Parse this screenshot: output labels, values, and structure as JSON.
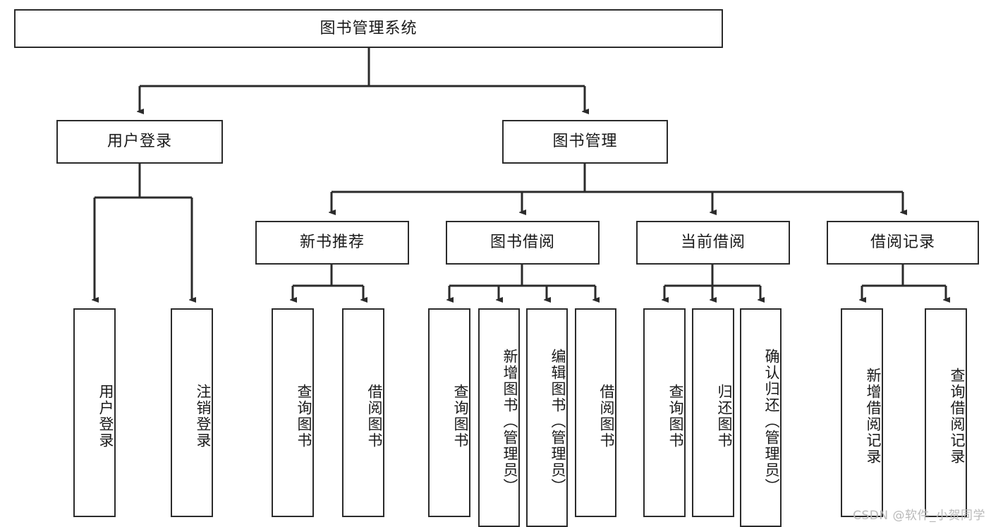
{
  "diagram": {
    "title": "图书管理系统",
    "watermark": "CSDN @软件_小贺同学",
    "colors": {
      "border": "#2b2b2b",
      "background": "#ffffff",
      "text": "#1a1a1a",
      "watermark": "#b9b9b9"
    },
    "nodes": {
      "root": {
        "label": "图书管理系统"
      },
      "level1": [
        {
          "label": "用户登录"
        },
        {
          "label": "图书管理"
        }
      ],
      "level2": [
        {
          "label": "新书推荐"
        },
        {
          "label": "图书借阅"
        },
        {
          "label": "当前借阅"
        },
        {
          "label": "借阅记录"
        }
      ],
      "leaves": {
        "user_login": [
          {
            "label": "用户登录"
          },
          {
            "label": "注销登录"
          }
        ],
        "new_book": [
          {
            "label": "查询图书"
          },
          {
            "label": "借阅图书"
          }
        ],
        "book_borrow": [
          {
            "label": "查询图书"
          },
          {
            "label": "新增图书（管理员）"
          },
          {
            "label": "编辑图书（管理员）"
          },
          {
            "label": "借阅图书"
          }
        ],
        "current_borrow": [
          {
            "label": "查询图书"
          },
          {
            "label": "归还图书"
          },
          {
            "label": "确认归还（管理员）"
          }
        ],
        "borrow_record": [
          {
            "label": "新增借阅记录"
          },
          {
            "label": "查询借阅记录"
          }
        ]
      }
    }
  },
  "chart_data": {
    "type": "tree",
    "title": "图书管理系统",
    "root": "图书管理系统",
    "edges": [
      [
        "图书管理系统",
        "用户登录"
      ],
      [
        "图书管理系统",
        "图书管理"
      ],
      [
        "用户登录",
        "用户登录"
      ],
      [
        "用户登录",
        "注销登录"
      ],
      [
        "图书管理",
        "新书推荐"
      ],
      [
        "图书管理",
        "图书借阅"
      ],
      [
        "图书管理",
        "当前借阅"
      ],
      [
        "图书管理",
        "借阅记录"
      ],
      [
        "新书推荐",
        "查询图书"
      ],
      [
        "新书推荐",
        "借阅图书"
      ],
      [
        "图书借阅",
        "查询图书"
      ],
      [
        "图书借阅",
        "新增图书（管理员）"
      ],
      [
        "图书借阅",
        "编辑图书（管理员）"
      ],
      [
        "图书借阅",
        "借阅图书"
      ],
      [
        "当前借阅",
        "查询图书"
      ],
      [
        "当前借阅",
        "归还图书"
      ],
      [
        "当前借阅",
        "确认归还（管理员）"
      ],
      [
        "借阅记录",
        "新增借阅记录"
      ],
      [
        "借阅记录",
        "查询借阅记录"
      ]
    ],
    "orientation": "top-down"
  }
}
